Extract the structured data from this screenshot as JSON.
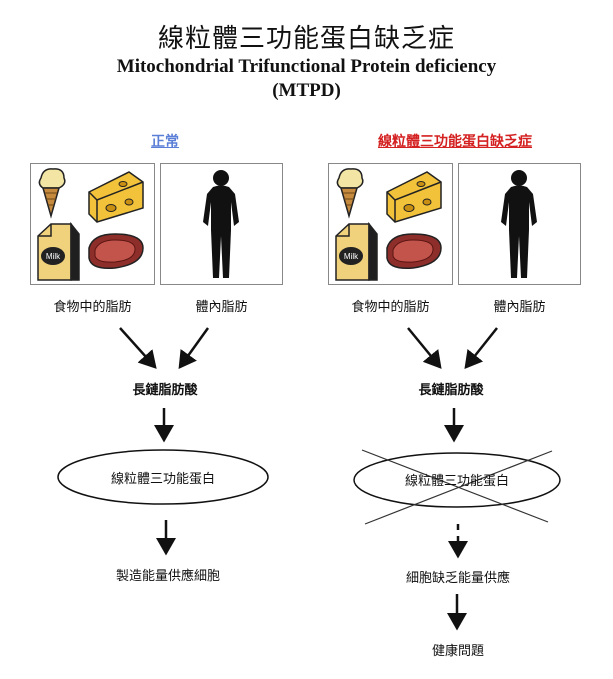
{
  "title": {
    "zh": "線粒體三功能蛋白缺乏症",
    "en_line1": "Mitochondrial Trifunctional Protein deficiency",
    "en_line2": "(MTPD)"
  },
  "normal": {
    "heading": "正常",
    "food_label": "食物中的脂肪",
    "body_label": "體內脂肪",
    "fatty_acid": "長鏈脂肪酸",
    "protein": "線粒體三功能蛋白",
    "result": "製造能量供應細胞"
  },
  "disease": {
    "heading": "線粒體三功能蛋白缺乏症",
    "food_label": "食物中的脂肪",
    "body_label": "體內脂肪",
    "fatty_acid": "長鏈脂肪酸",
    "protein": "線粒體三功能蛋白",
    "result": "細胞缺乏能量供應",
    "consequence": "健康問題"
  },
  "food_icons": {
    "milk_text": "Milk"
  },
  "colors": {
    "normal_heading": "#5b7fd6",
    "disease_heading": "#d42020"
  }
}
